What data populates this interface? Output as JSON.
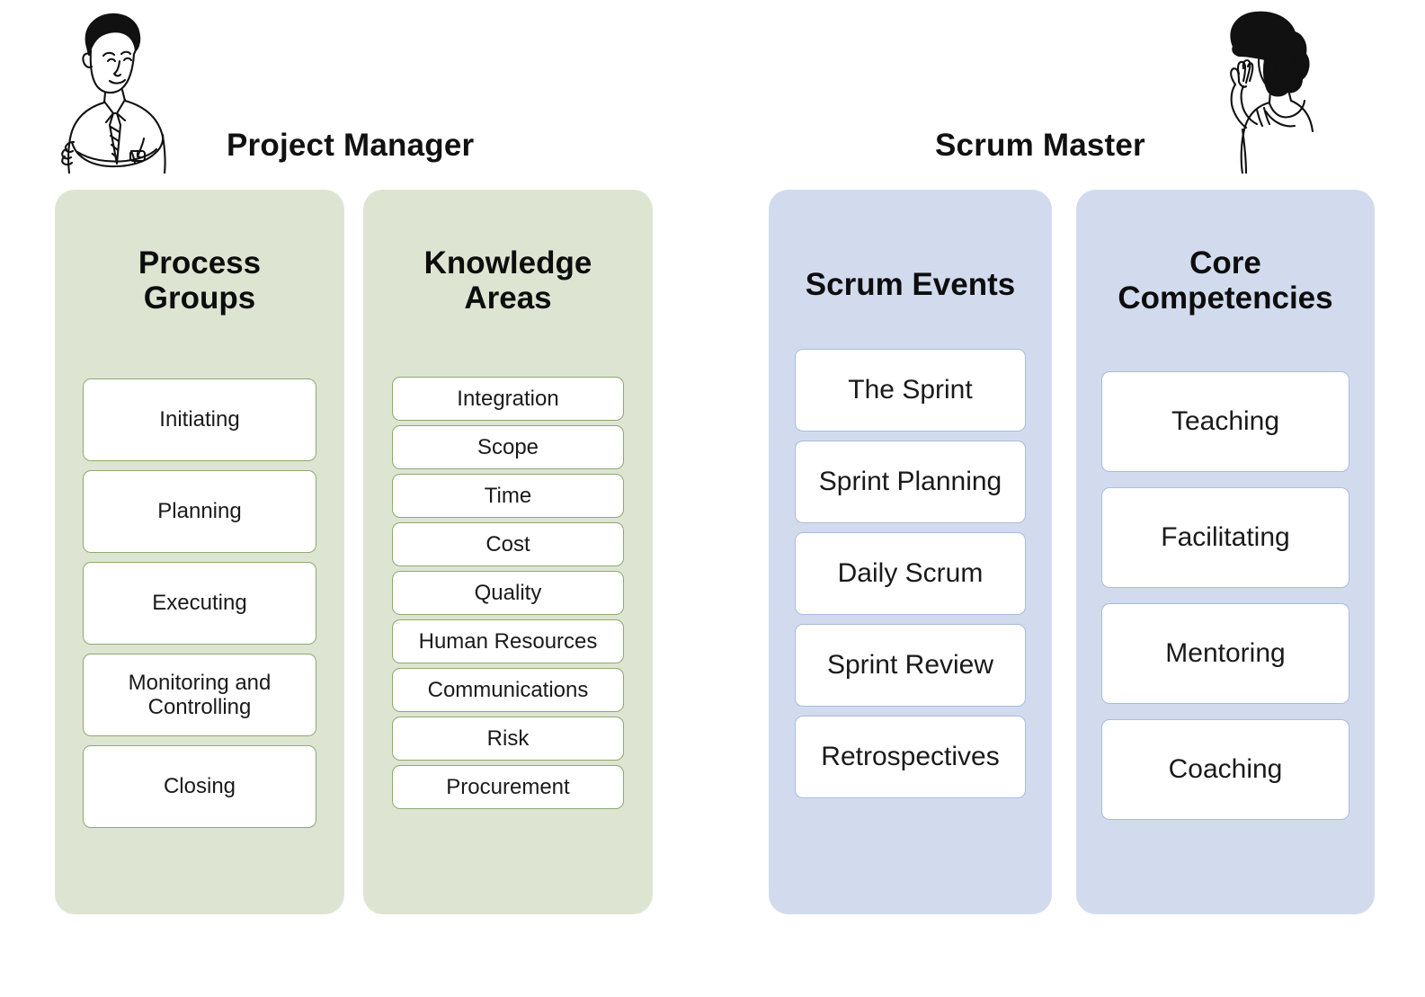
{
  "roles": [
    {
      "id": "project-manager",
      "title": "Project Manager",
      "illustration": "project-manager-illustration",
      "accent": "#dde5d2",
      "border": "#8da96e"
    },
    {
      "id": "scrum-master",
      "title": "Scrum Master",
      "illustration": "scrum-master-illustration",
      "accent": "#d2dbee",
      "border": "#a6bddd"
    }
  ],
  "panels": [
    {
      "id": "process-groups",
      "title": "Process\nGroups",
      "role": "Project Manager",
      "color": "#dde5d2",
      "items": [
        "Initiating",
        "Planning",
        "Executing",
        "Monitoring and Controlling",
        "Closing"
      ]
    },
    {
      "id": "knowledge-areas",
      "title": "Knowledge\nAreas",
      "role": "Project Manager",
      "color": "#dde5d2",
      "items": [
        "Integration",
        "Scope",
        "Time",
        "Cost",
        "Quality",
        "Human Resources",
        "Communications",
        "Risk",
        "Procurement"
      ]
    },
    {
      "id": "scrum-events",
      "title": "Scrum Events",
      "role": "Scrum Master",
      "color": "#d2dbee",
      "items": [
        "The Sprint",
        "Sprint Planning",
        "Daily Scrum",
        "Sprint Review",
        "Retrospectives"
      ]
    },
    {
      "id": "core-competencies",
      "title": "Core\nCompetencies",
      "role": "Scrum Master",
      "color": "#d2dbee",
      "items": [
        "Teaching",
        "Facilitating",
        "Mentoring",
        "Coaching"
      ]
    }
  ]
}
